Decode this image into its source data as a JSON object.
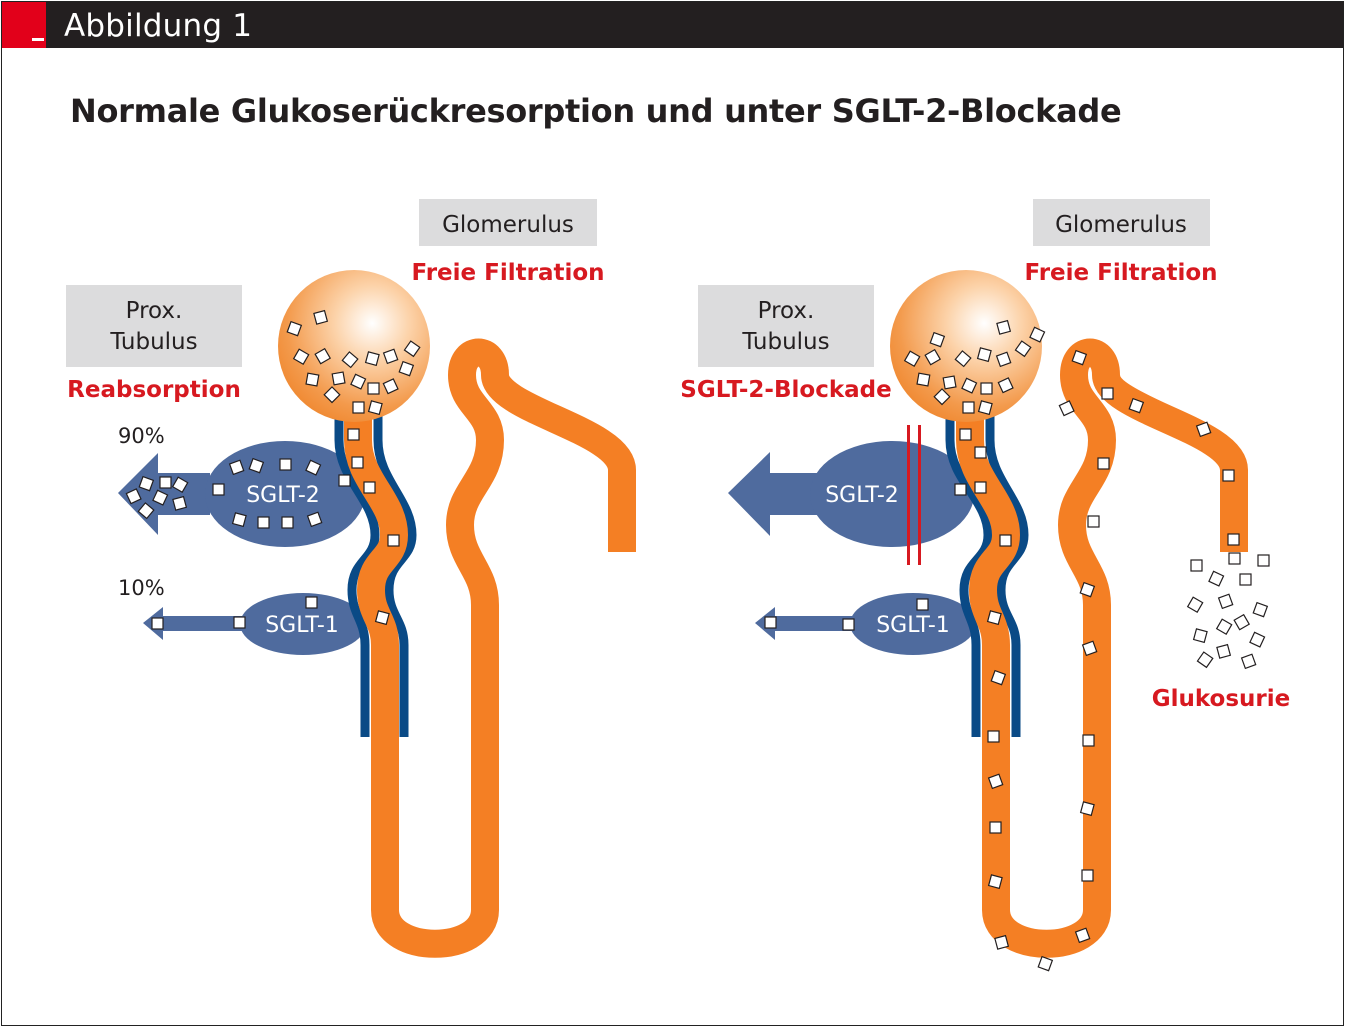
{
  "header": {
    "title": "Abbildung 1"
  },
  "main_title": "Normale Glukoserückresorption und unter SGLT-2-Blockade",
  "colors": {
    "header_bg": "#231f20",
    "header_accent": "#e2001a",
    "orange": "#f47f24",
    "blue": "#0a4a86",
    "transporter_blue": "#4f6b9e",
    "label_bg": "#dcdcdd",
    "red_text": "#d71920"
  },
  "left_panel": {
    "glomerulus_label": "Glomerulus",
    "filtration_label": "Freie Filtration",
    "tubulus_label_line1": "Prox.",
    "tubulus_label_line2": "Tubulus",
    "status_label": "Reabsorption",
    "sglt2_label": "SGLT-2",
    "sglt1_label": "SGLT-1",
    "sglt2_share": "90%",
    "sglt1_share": "10%"
  },
  "right_panel": {
    "glomerulus_label": "Glomerulus",
    "filtration_label": "Freie Filtration",
    "tubulus_label_line1": "Prox.",
    "tubulus_label_line2": "Tubulus",
    "status_label": "SGLT-2-Blockade",
    "sglt2_label": "SGLT-2",
    "sglt1_label": "SGLT-1",
    "outcome_label": "Glukosurie"
  }
}
